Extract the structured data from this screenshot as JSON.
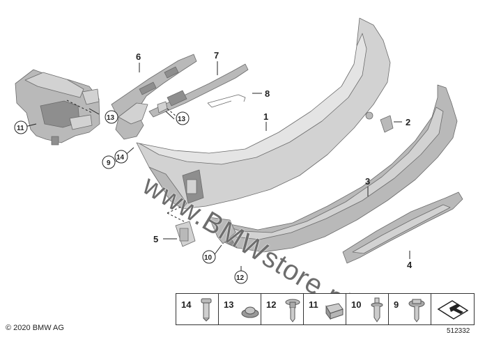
{
  "diagram": {
    "callouts": {
      "c1": "1",
      "c2": "2",
      "c3": "3",
      "c4": "4",
      "c5": "5",
      "c6": "6",
      "c7": "7",
      "c8": "8",
      "c9": "9",
      "c10": "10",
      "c11": "11",
      "c12": "12",
      "c13a": "13",
      "c13b": "13",
      "c14": "14"
    }
  },
  "legend": {
    "items": [
      {
        "number": "14",
        "icon": "pin-clip-icon"
      },
      {
        "number": "13",
        "icon": "push-nut-icon"
      },
      {
        "number": "12",
        "icon": "screw-with-washer-icon"
      },
      {
        "number": "11",
        "icon": "clip-nut-icon"
      },
      {
        "number": "10",
        "icon": "expanding-rivet-icon"
      },
      {
        "number": "9",
        "icon": "hex-collar-screw-icon"
      },
      {
        "number": "",
        "icon": "arrow-shape-icon"
      }
    ]
  },
  "watermark": "www.BMWstore.pl",
  "footer": {
    "copyright": "© 2020 BMW AG",
    "diagram_id": "512332"
  }
}
